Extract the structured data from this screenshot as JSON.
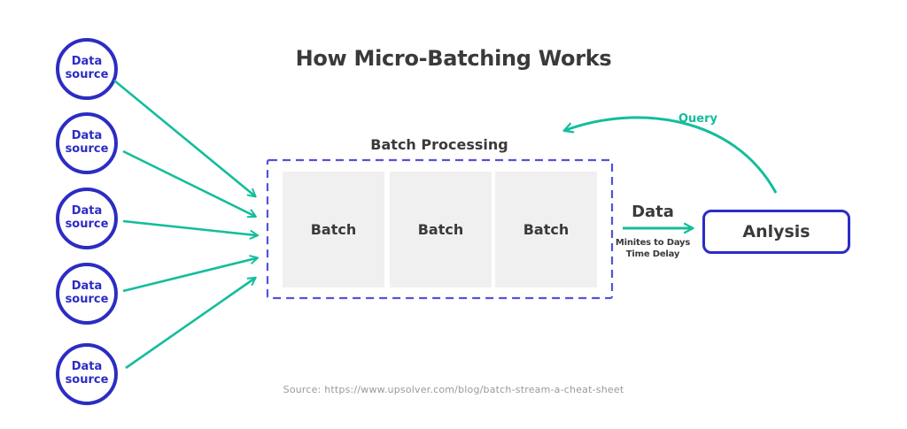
{
  "title": "How Micro-Batching Works",
  "data_sources": [
    {
      "label": "Data source"
    },
    {
      "label": "Data source"
    },
    {
      "label": "Data source"
    },
    {
      "label": "Data source"
    },
    {
      "label": "Data source"
    }
  ],
  "batch_processing": {
    "label": "Batch Processing",
    "batches": [
      {
        "label": "Batch"
      },
      {
        "label": "Batch"
      },
      {
        "label": "Batch"
      }
    ]
  },
  "analysis": {
    "label": "Anlysis"
  },
  "flow": {
    "data_label": "Data",
    "delay_line1": "Minites to Days",
    "delay_line2": "Time Delay",
    "query_label": "Query"
  },
  "colors": {
    "node_blue": "#2c2cc4",
    "arrow_teal": "#14bd9c",
    "dashed_border_blue": "#5252dd",
    "dark_text": "#3a3a3a",
    "batch_box_gray": "#f0f0f0",
    "source_text_gray": "#9a9a9a"
  },
  "footer": {
    "source": "Source: https://www.upsolver.com/blog/batch-stream-a-cheat-sheet"
  }
}
